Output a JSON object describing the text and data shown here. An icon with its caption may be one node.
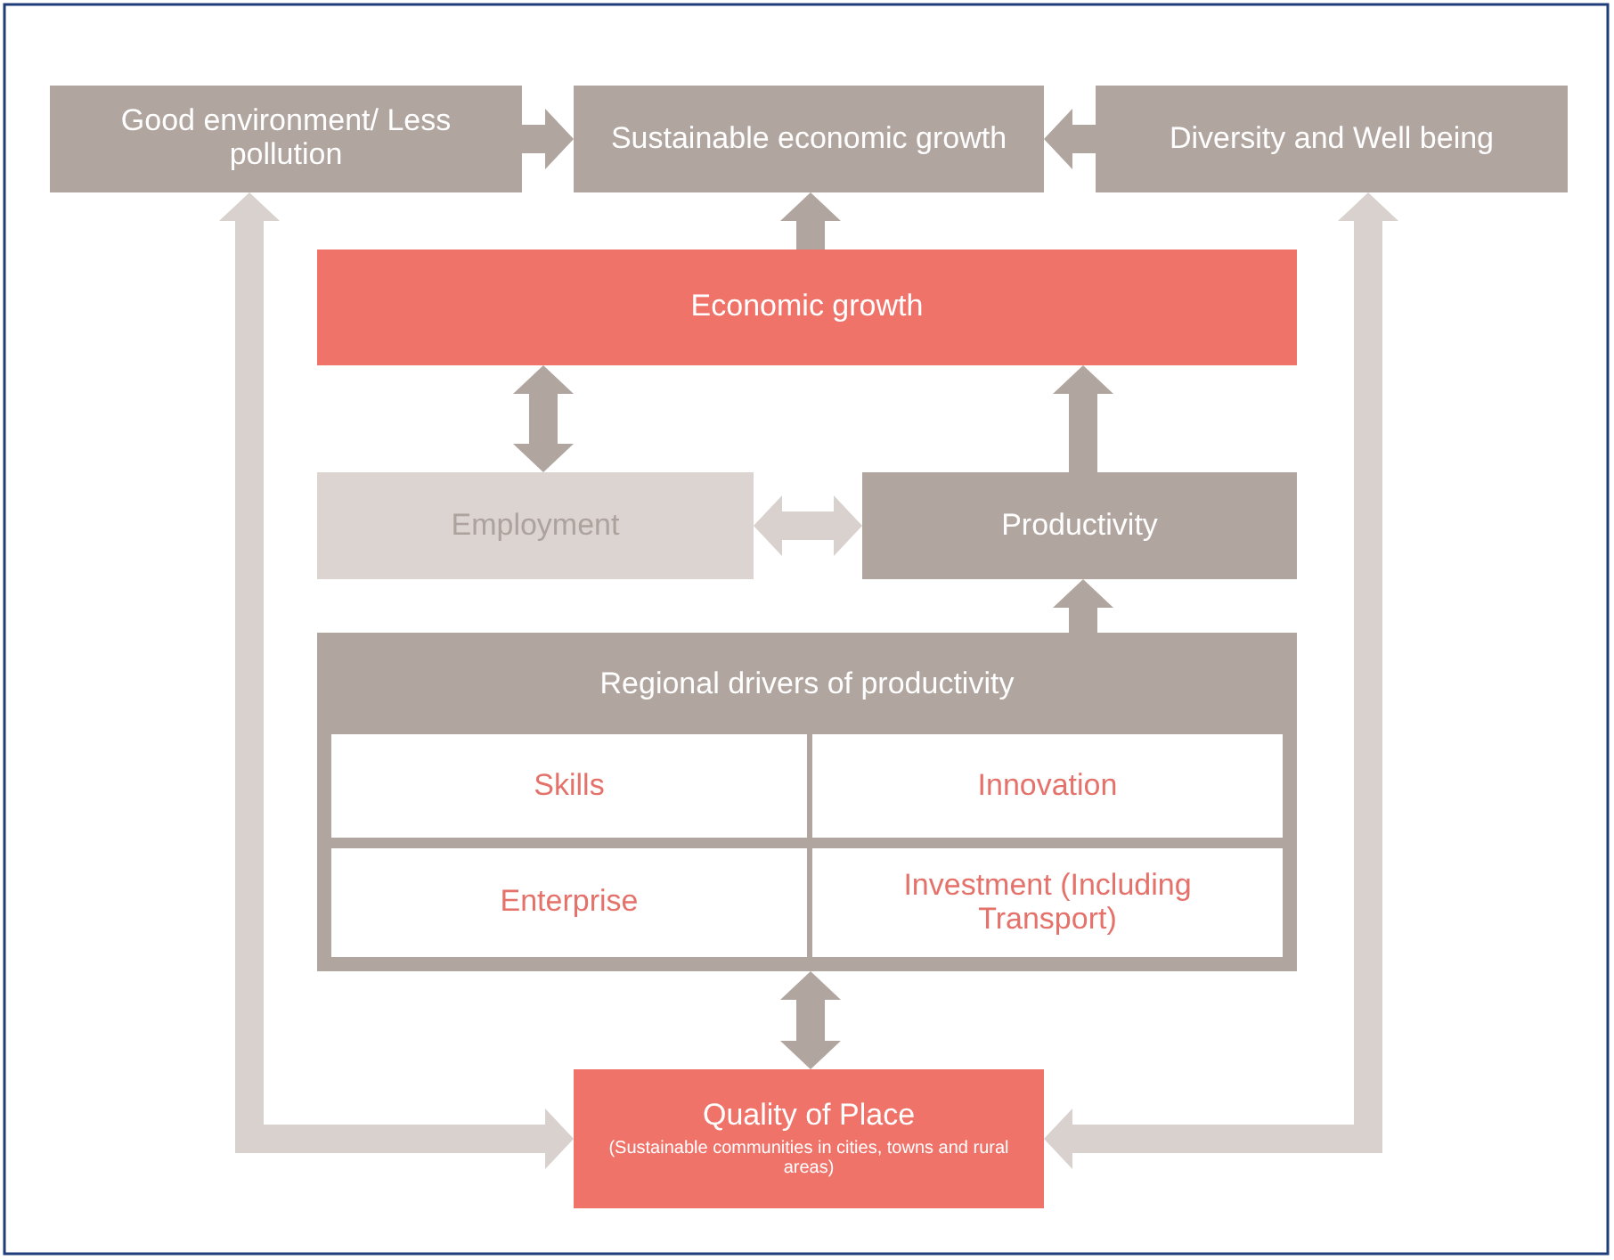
{
  "diagram": {
    "nodes": [
      {
        "text": [
          "Good environment/ Less pollution"
        ]
      },
      {
        "text": [
          "Sustainable economic growth"
        ]
      },
      {
        "text": [
          "Diversity and Well being"
        ]
      },
      {
        "text": [
          "Economic growth"
        ]
      },
      {
        "text": [
          "Employment"
        ]
      },
      {
        "text": [
          "Productivity"
        ]
      },
      {
        "text": [
          "Regional drivers of productivity"
        ]
      },
      {
        "text": [
          "Skills"
        ],
        "in": 6
      },
      {
        "text": [
          "Innovation"
        ],
        "in": 6
      },
      {
        "text": [
          "Enterprise"
        ],
        "in": 6
      },
      {
        "text": [
          "Investment (Including Transport)"
        ],
        "in": 6
      },
      {
        "text": [
          "Quality of Place",
          "(Sustainable communities in cities, towns and rural areas)"
        ]
      }
    ],
    "edges": [
      {
        "from": 0,
        "to": 1,
        "arrow": "to"
      },
      {
        "from": 2,
        "to": 1,
        "arrow": "to"
      },
      {
        "from": 3,
        "to": 1,
        "arrow": "to"
      },
      {
        "from": 3,
        "to": 4,
        "arrow": "both"
      },
      {
        "from": 4,
        "to": 5,
        "arrow": "both",
        "color": "#d9d1ce"
      },
      {
        "from": 5,
        "to": 3,
        "arrow": "to"
      },
      {
        "from": 6,
        "to": 5,
        "arrow": "to"
      },
      {
        "from": 6,
        "to": 11,
        "arrow": "both"
      },
      {
        "from": 11,
        "to": 0,
        "arrow": "both",
        "color": "#d9d1ce"
      },
      {
        "from": 11,
        "to": 2,
        "arrow": "both",
        "color": "#d9d1ce"
      }
    ]
  }
}
